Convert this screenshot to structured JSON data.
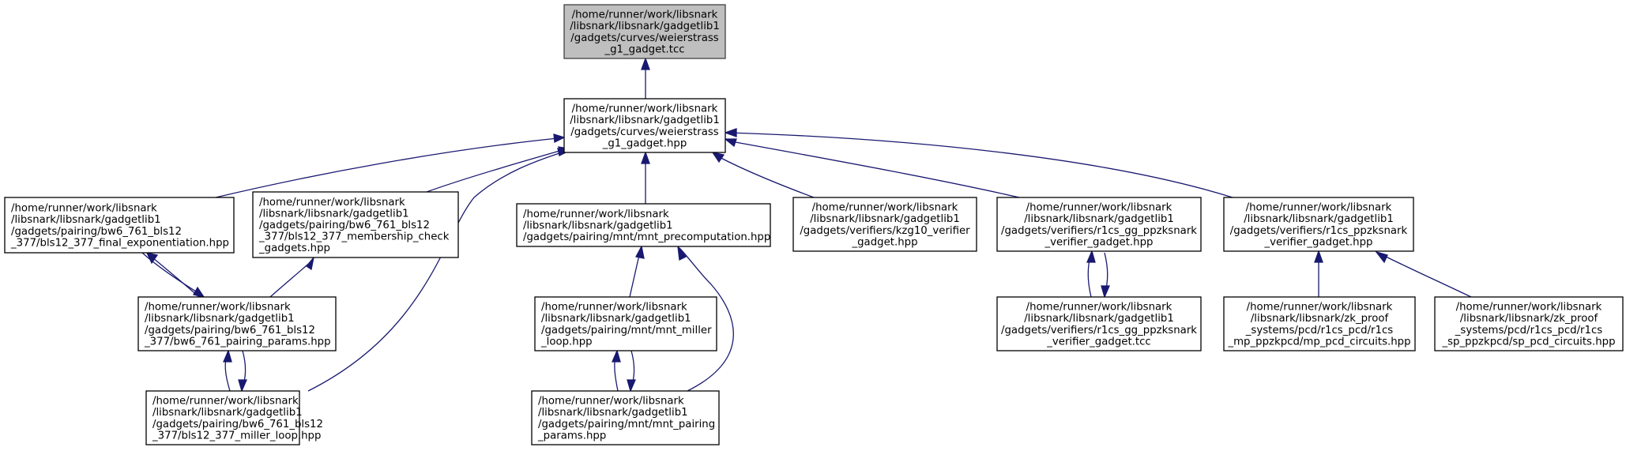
{
  "colors": {
    "edge": "#191970",
    "root_fill": "#bfbfbf",
    "node_fill": "#ffffff",
    "border": "#000000"
  },
  "nodes": [
    {
      "id": "tcc",
      "root": true,
      "lines": [
        "/home/runner/work/libsnark",
        "/libsnark/libsnark/gadgetlib1",
        "/gadgets/curves/weierstrass",
        "_g1_gadget.tcc"
      ]
    },
    {
      "id": "hpp",
      "lines": [
        "/home/runner/work/libsnark",
        "/libsnark/libsnark/gadgetlib1",
        "/gadgets/curves/weierstrass",
        "_g1_gadget.hpp"
      ]
    },
    {
      "id": "final_exp",
      "lines": [
        "/home/runner/work/libsnark",
        "/libsnark/libsnark/gadgetlib1",
        "/gadgets/pairing/bw6_761_bls12",
        "_377/bls12_377_final_exponentiation.hpp"
      ]
    },
    {
      "id": "membership",
      "lines": [
        "/home/runner/work/libsnark",
        "/libsnark/libsnark/gadgetlib1",
        "/gadgets/pairing/bw6_761_bls12",
        "_377/bls12_377_membership_check",
        "_gadgets.hpp"
      ]
    },
    {
      "id": "bw6_params",
      "lines": [
        "/home/runner/work/libsnark",
        "/libsnark/libsnark/gadgetlib1",
        "/gadgets/pairing/bw6_761_bls12",
        "_377/bw6_761_pairing_params.hpp"
      ]
    },
    {
      "id": "bls_miller",
      "lines": [
        "/home/runner/work/libsnark",
        "/libsnark/libsnark/gadgetlib1",
        "/gadgets/pairing/bw6_761_bls12",
        "_377/bls12_377_miller_loop.hpp"
      ]
    },
    {
      "id": "mnt_precomp",
      "lines": [
        "/home/runner/work/libsnark",
        "/libsnark/libsnark/gadgetlib1",
        "/gadgets/pairing/mnt/mnt_precomputation.hpp"
      ]
    },
    {
      "id": "mnt_miller",
      "lines": [
        "/home/runner/work/libsnark",
        "/libsnark/libsnark/gadgetlib1",
        "/gadgets/pairing/mnt/mnt_miller",
        "_loop.hpp"
      ]
    },
    {
      "id": "mnt_params",
      "lines": [
        "/home/runner/work/libsnark",
        "/libsnark/libsnark/gadgetlib1",
        "/gadgets/pairing/mnt/mnt_pairing",
        "_params.hpp"
      ]
    },
    {
      "id": "kzg10",
      "lines": [
        "/home/runner/work/libsnark",
        "/libsnark/libsnark/gadgetlib1",
        "/gadgets/verifiers/kzg10_verifier",
        "_gadget.hpp"
      ]
    },
    {
      "id": "gg_hpp",
      "lines": [
        "/home/runner/work/libsnark",
        "/libsnark/libsnark/gadgetlib1",
        "/gadgets/verifiers/r1cs_gg_ppzksnark",
        "_verifier_gadget.hpp"
      ]
    },
    {
      "id": "gg_tcc",
      "lines": [
        "/home/runner/work/libsnark",
        "/libsnark/libsnark/gadgetlib1",
        "/gadgets/verifiers/r1cs_gg_ppzksnark",
        "_verifier_gadget.tcc"
      ]
    },
    {
      "id": "ppzk_hpp",
      "lines": [
        "/home/runner/work/libsnark",
        "/libsnark/libsnark/gadgetlib1",
        "/gadgets/verifiers/r1cs_ppzksnark",
        "_verifier_gadget.hpp"
      ]
    },
    {
      "id": "mp_pcd",
      "lines": [
        "/home/runner/work/libsnark",
        "/libsnark/libsnark/zk_proof",
        "_systems/pcd/r1cs_pcd/r1cs",
        "_mp_ppzkpcd/mp_pcd_circuits.hpp"
      ]
    },
    {
      "id": "sp_pcd",
      "lines": [
        "/home/runner/work/libsnark",
        "/libsnark/libsnark/zk_proof",
        "_systems/pcd/r1cs_pcd/r1cs",
        "_sp_ppzkpcd/sp_pcd_circuits.hpp"
      ]
    }
  ]
}
